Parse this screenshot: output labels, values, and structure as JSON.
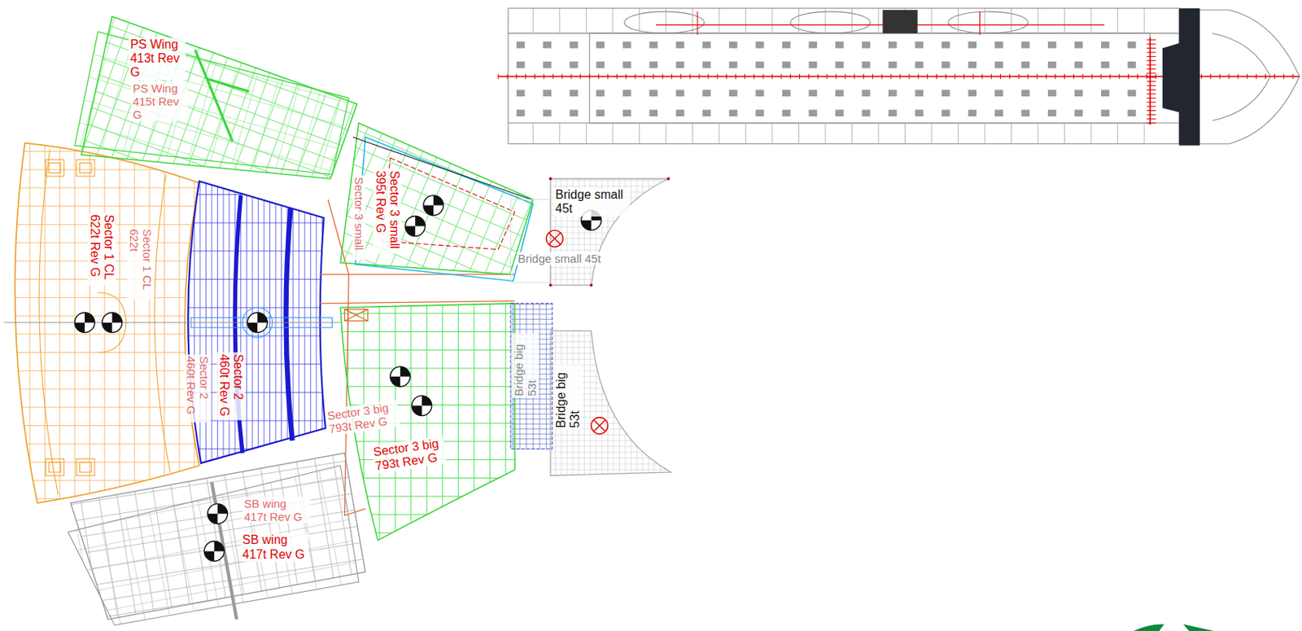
{
  "diagram": {
    "nodes": [
      {
        "text": [
          "PS Wing 413t Rev G",
          "PS Wing 415t Rev G"
        ]
      },
      {
        "text": [
          "Sector 3 small 395t Rev G",
          "Sector 3 small"
        ]
      },
      {
        "text": [
          "Bridge small 45t",
          "Bridge small 45t"
        ]
      },
      {
        "text": [
          "Sector 1 CL 622t Rev G",
          "Sector 1 CL 622t"
        ]
      },
      {
        "text": [
          "Sector 2 460t Rev G",
          "Sector 2 460t Rev G"
        ]
      },
      {
        "text": [
          "Sector 3 big 793t Rev G",
          "Sector 3 big 793t Rev G"
        ]
      },
      {
        "text": [
          "Bridge big 53t",
          "Bridge big 53t"
        ]
      },
      {
        "text": [
          "SB wing 417t Rev G",
          "SB wing 417t Rev G"
        ]
      }
    ]
  }
}
